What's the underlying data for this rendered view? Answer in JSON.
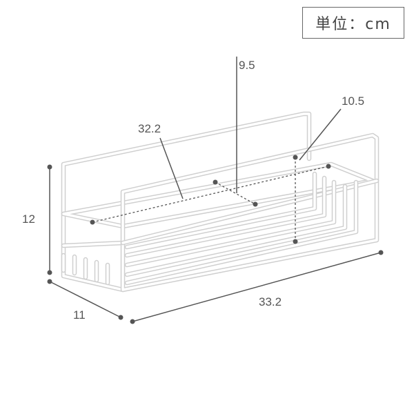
{
  "unit_label": "単位：cm",
  "dimensions": {
    "depth_top": "9.5",
    "inner_width": "32.2",
    "back_height": "10.5",
    "height": "12",
    "depth": "11",
    "width": "33.2"
  }
}
